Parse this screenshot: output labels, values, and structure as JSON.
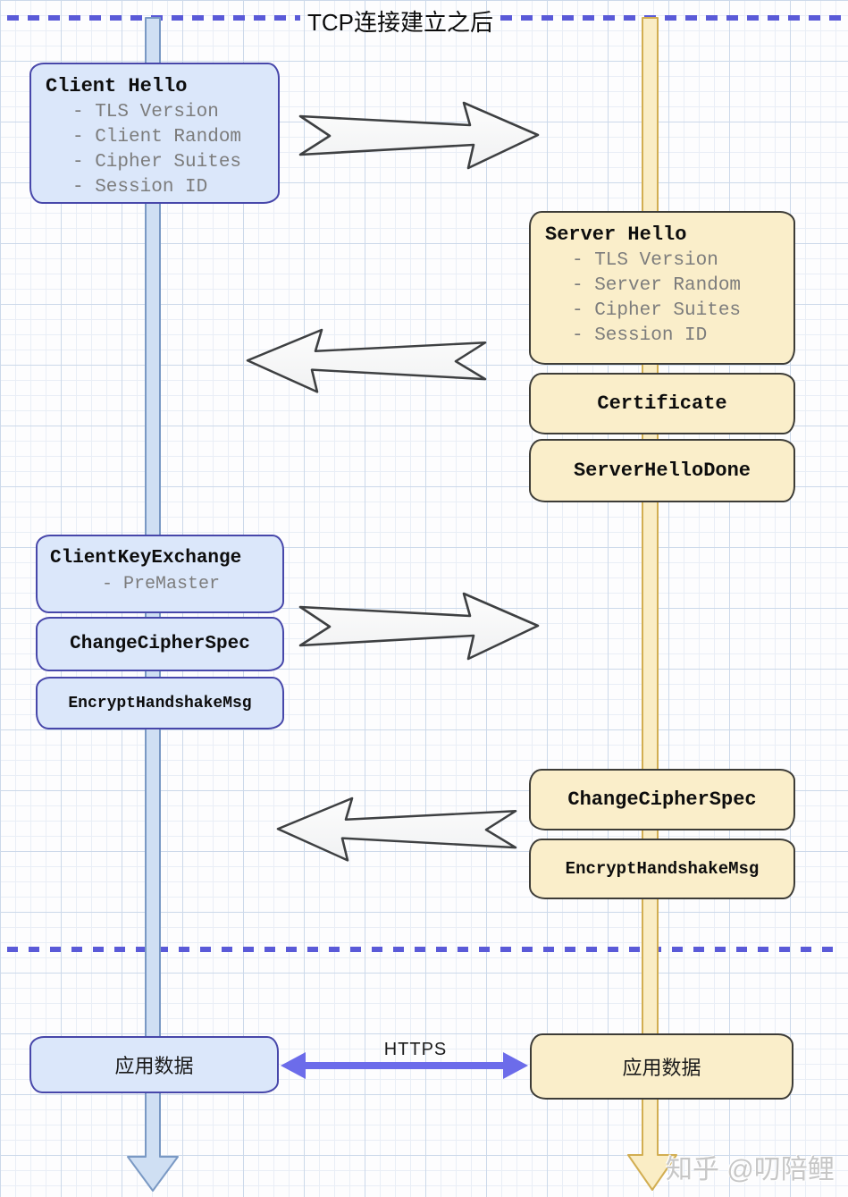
{
  "title": "TCP连接建立之后",
  "client": {
    "hello": {
      "title": "Client Hello",
      "items": [
        "- TLS Version",
        "- Client Random",
        "- Cipher Suites",
        "- Session ID"
      ]
    },
    "key_exchange": {
      "title": "ClientKeyExchange",
      "items": [
        "- PreMaster"
      ]
    },
    "change_cipher_spec": "ChangeCipherSpec",
    "encrypt_handshake_msg": "EncryptHandshakeMsg",
    "app_data": "应用数据"
  },
  "server": {
    "hello": {
      "title": "Server Hello",
      "items": [
        "- TLS Version",
        "- Server Random",
        "- Cipher Suites",
        "- Session ID"
      ]
    },
    "certificate": "Certificate",
    "server_hello_done": "ServerHelloDone",
    "change_cipher_spec": "ChangeCipherSpec",
    "encrypt_handshake_msg": "EncryptHandshakeMsg",
    "app_data": "应用数据"
  },
  "https_label": "HTTPS",
  "watermark": "知乎 @叨陪鲤",
  "colors": {
    "client_box_fill": "#dbe7fa",
    "client_box_border": "#4747aa",
    "server_box_fill": "#faeeca",
    "server_box_border": "#3d3c37",
    "client_lifeline_fill": "#cfdff3",
    "client_lifeline_border": "#7a99c4",
    "server_lifeline_fill": "#faedc5",
    "server_lifeline_border": "#d2ae52",
    "dashed_line": "#5a5ad8",
    "https_arrow": "#6c6cea",
    "hollow_arrow_fill": "#f7f8f8",
    "hollow_arrow_border": "#3e4042"
  }
}
